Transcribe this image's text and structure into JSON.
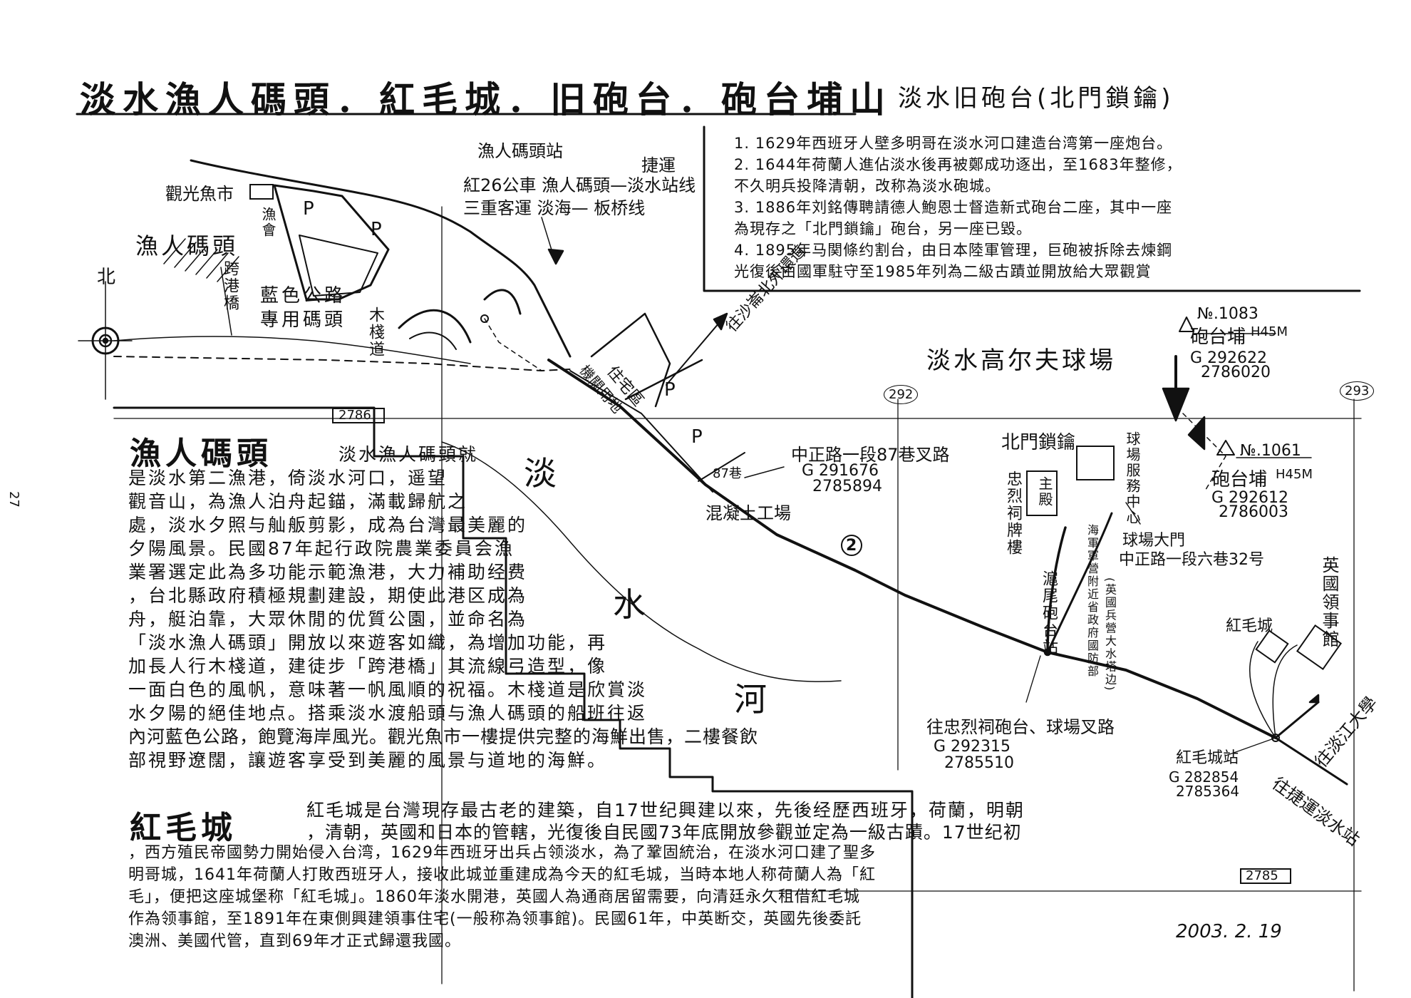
{
  "page_number": "27",
  "title": "淡水漁人碼頭．紅毛城．旧砲台．砲台埔山",
  "subtitle": "淡水旧砲台(北門鎖鑰)",
  "notes": [
    "1.  1629年西班牙人壁多明哥在淡水河口建造台湾第一座炮台。",
    "2.  1644年荷蘭人進佔淡水後再被鄭成功逐出，至1683年整修，",
    "     不久明兵投降清朝，改称為淡水砲城。",
    "3.  1886年刘銘傳聘請德人鮑恩士督造新式砲台二座，其中一座",
    "     為現存之「北門鎖鑰」砲台，另一座已毀。",
    "4.  1895年马関條约割台，由日本陸軍管理，巨砲被拆除去煉鋼",
    "     光復後由國軍駐守至1985年列為二級古蹟並開放給大眾觀賞"
  ],
  "map_labels": {
    "compass_north": "北",
    "tourist_market": "觀光魚市",
    "fishing_assoc": "漁會",
    "fishermans_wharf": "漁人碼頭",
    "lovers_bridge": "跨港橋",
    "boardwalk": "藍色公路專用碼頭",
    "wood_plank": "木棧道",
    "parking": "P",
    "station_title": "漁人碼頭站",
    "metro": "捷運",
    "bus_line_1": "紅26公車 漁人碼頭—淡水站线",
    "bus_line_2": "三重客運 淡海— 板桥线",
    "xinsheng_road": "往沙崙北外環道",
    "residential": "住宅區",
    "zone_a": "機關用地",
    "alley_87": "87巷",
    "concrete_plant": "混凝土工場",
    "junction_87": "中正路一段87巷叉路",
    "junction_87_coords": [
      "G 291676",
      "2785894"
    ],
    "road_2": "2",
    "grid_2786": "2786",
    "grid_292": "292",
    "grid_293": "293",
    "grid_2785": "2785",
    "golf_course": "淡水高尔夫球場",
    "hill_1": {
      "id": "№.1083",
      "name": "砲台埔",
      "height": "H45M",
      "coords": [
        "G 292622",
        "2786020"
      ]
    },
    "hill_2": {
      "id": "№.1061",
      "name": "砲台埔",
      "height": "H45M",
      "coords": [
        "G 292612",
        "2786003"
      ]
    },
    "north_gate": "北門鎖鑰",
    "golf_center": "球場服務中心",
    "shrine": "忠烈祠牌樓",
    "temple": "主殿",
    "military": "海軍軍營附近省政府國防部",
    "old_town_lane": "(英國兵營大水塔边)",
    "golf_gate": "球場大門",
    "golf_address": "中正路一段六巷32号",
    "station_bus": "滬尾砲台站",
    "junction_shrine": "往忠烈祠砲台、球場叉路",
    "junction_shrine_coords": [
      "G 292315",
      "2785510"
    ],
    "fort_santo": "紅毛城",
    "consulate": "英國領事館",
    "university": "往淡江大學",
    "fort_station": "紅毛城站",
    "fort_station_coords": [
      "G 282854",
      "2785364"
    ],
    "to_metro": "往捷運淡水站",
    "river_1": "淡",
    "river_2": "水",
    "river_3": "河"
  },
  "wharf_section": {
    "heading": "漁人碼頭",
    "lines": [
      "淡水漁人碼頭就",
      "是淡水第二漁港，倚淡水河口，遥望",
      "觀音山，為漁人泊舟起錨，滿載歸航之",
      "處，淡水夕照与舢舨剪影，成為台灣最美麗的",
      "夕陽風景。民國87年起行政院農業委員会漁",
      "業署選定此為多功能示範漁港，大力補助经费",
      "，台北縣政府積極規劃建設，期使此港区成為",
      "舟，艇泊靠，大眾休閒的优質公園，並命名為",
      "「淡水漁人碼頭」開放以來遊客如織，為增加功能，再",
      "加長人行木棧道，建徒步「跨港橋」其流線弓造型，像",
      "一面白色的風帆，意味著一帆風順的祝福。木棧道是欣賞淡",
      "水夕陽的絕佳地点。搭乘淡水渡船頭与漁人碼頭的船班往返",
      "內河藍色公路，飽覽海岸風光。觀光魚市一樓提供完整的海鮮出售，二樓餐飲",
      "部視野遼闊，讓遊客享受到美麗的風景与道地的海鮮。"
    ]
  },
  "fort_section": {
    "heading": "紅毛城",
    "lines": [
      "紅毛城是台灣現存最古老的建築，自17世纪興建以來，先後经歷西班牙，荷蘭，明朝",
      "，清朝，英國和日本的管轄，光復後自民國73年底開放參觀並定為一級古蹟。17世纪初",
      "，西方殖民帝國勢力開始侵入台湾，1629年西班牙出兵占领淡水，為了鞏固統治，在淡水河口建了聖多",
      "明哥城，1641年荷蘭人打敗西班牙人，接收此城並重建成為今天的紅毛城，当時本地人称荷蘭人為「紅",
      "毛」，便把这座城堡称「紅毛城」。1860年淡水開港，英國人為通商居留需要，向清廷永久租借紅毛城",
      "作為领事館，至1891年在東側興建領事住宅(一般称為领事館)。民國61年，中英断交，英國先後委託",
      "澳洲、美國代管，直到69年才正式歸還我國。"
    ]
  },
  "date": "2003. 2. 19"
}
